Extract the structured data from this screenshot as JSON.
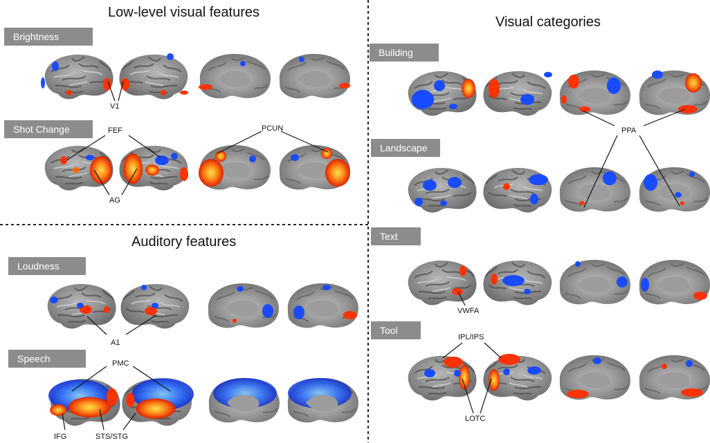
{
  "sections": {
    "low_level": {
      "title": "Low-level visual features",
      "rows": [
        {
          "label": "Brightness"
        },
        {
          "label": "Shot Change"
        }
      ]
    },
    "auditory": {
      "title": "Auditory features",
      "rows": [
        {
          "label": "Loudness"
        },
        {
          "label": "Speech"
        }
      ]
    },
    "categories": {
      "title": "Visual categories",
      "rows": [
        {
          "label": "Building"
        },
        {
          "label": "Landscape"
        },
        {
          "label": "Text"
        },
        {
          "label": "Tool"
        }
      ]
    }
  },
  "regions": {
    "v1": "V1",
    "fef": "FEF",
    "pcun": "PCUN",
    "ag": "AG",
    "a1": "A1",
    "pmc": "PMC",
    "ifg": "IFG",
    "sts_stg": "STS/STG",
    "ppa": "PPA",
    "vwfa": "VWFA",
    "ipl_ips": "IPL/IPS",
    "lotc": "LOTC"
  },
  "colors": {
    "positive": "#ff3300",
    "negative": "#1a4cff",
    "cortex": "#8a8a8a",
    "label_bg": "#8c8c8c"
  }
}
